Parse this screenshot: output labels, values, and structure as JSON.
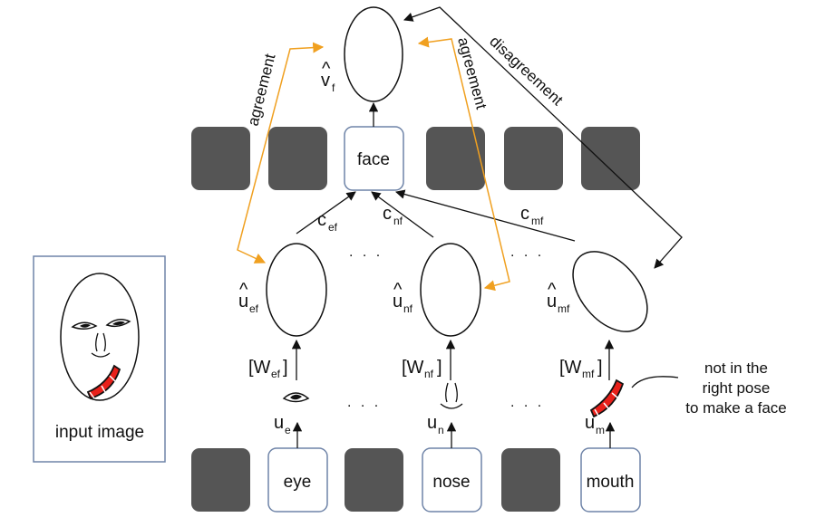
{
  "labels": {
    "face_box": "face",
    "eye_box": "eye",
    "nose_box": "nose",
    "mouth_box": "mouth",
    "input_image": "input image",
    "agreement_left": "agreement",
    "agreement_right": "agreement",
    "disagreement": "disagreement",
    "note_line1": "not in the",
    "note_line2": "right pose",
    "note_line3": "to make a face",
    "ellipsis": ". . ."
  },
  "symbols": {
    "v_face": {
      "base": "v",
      "sub": "f"
    },
    "u_hat_eye": {
      "base": "u",
      "sub": "ef"
    },
    "u_hat_nose": {
      "base": "u",
      "sub": "nf"
    },
    "u_hat_mouth": {
      "base": "u",
      "sub": "mf"
    },
    "c_eye": {
      "base": "c",
      "sub": "ef"
    },
    "c_nose": {
      "base": "c",
      "sub": "nf"
    },
    "c_mouth": {
      "base": "c",
      "sub": "mf"
    },
    "w_eye": {
      "base": "[W",
      "sub": "ef",
      "close": "]"
    },
    "w_nose": {
      "base": "[W",
      "sub": "nf",
      "close": "]"
    },
    "w_mouth": {
      "base": "[W",
      "sub": "mf",
      "close": "]"
    },
    "u_eye": {
      "base": "u",
      "sub": "e"
    },
    "u_nose": {
      "base": "u",
      "sub": "n"
    },
    "u_mouth": {
      "base": "u",
      "sub": "m"
    }
  },
  "colors": {
    "dark_capsule": "#555555",
    "box_border": "#6f84a8",
    "agreement_arrow": "#f0a020",
    "disagreement_arrow": "#111111",
    "mouth_red": "#e8201a"
  },
  "icons": {
    "eye_part": "eye-icon",
    "nose_part": "nose-icon",
    "mouth_part": "mouth-icon",
    "face_drawing": "face-drawing-icon"
  }
}
